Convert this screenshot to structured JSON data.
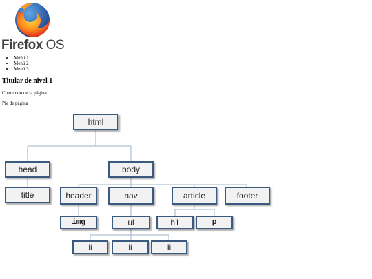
{
  "brand": {
    "name_bold": "Firefox",
    "name_light": " OS"
  },
  "menu": [
    "Menú 1",
    "Menú 2",
    "Menú 3"
  ],
  "heading": "Titular de nivel 1",
  "content": "Contenido de la página",
  "footer": "Pie de página",
  "tree": {
    "html": "html",
    "head": "head",
    "body": "body",
    "title": "title",
    "header": "header",
    "nav": "nav",
    "article": "article",
    "footer": "footer",
    "img": "img",
    "ul": "ul",
    "h1": "h1",
    "p": "p",
    "li1": "li",
    "li2": "li",
    "li3": "li"
  },
  "colors": {
    "node_border": "#3a5a80",
    "node_fill": "#f2f2f2",
    "line": "#9fb3c8"
  }
}
